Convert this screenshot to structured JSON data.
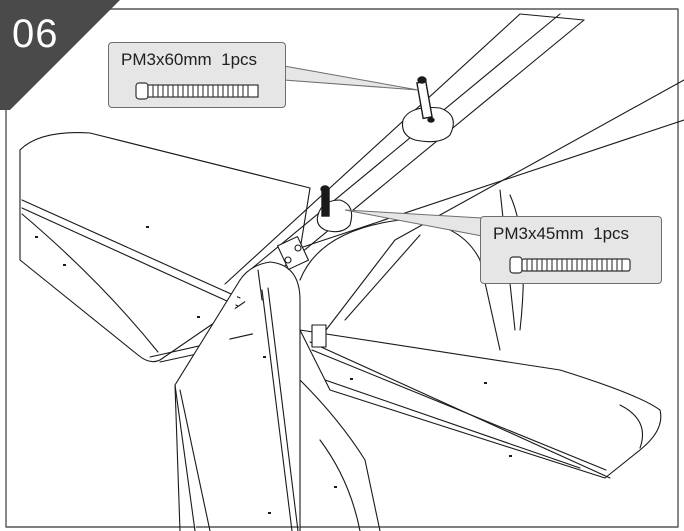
{
  "step": {
    "number": "06"
  },
  "callouts": [
    {
      "label": "PM3x60mm  1pcs",
      "icon": "screw-icon"
    },
    {
      "label": "PM3x45mm  1pcs",
      "icon": "screw-icon"
    }
  ],
  "colors": {
    "badge": "#4a4a4a",
    "callout_bg": "#e6e6e6",
    "line": "#1a1a1a",
    "frame": "#555555"
  }
}
